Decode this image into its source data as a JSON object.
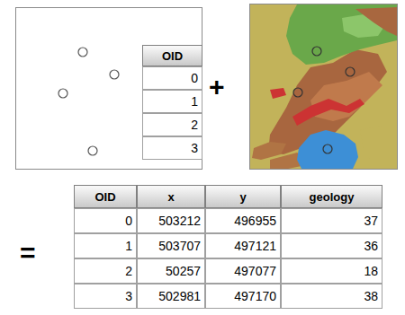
{
  "diagram": {
    "labels": [
      "OID",
      "0",
      "1",
      "2",
      "3",
      "+",
      "=",
      "OID",
      "x",
      "y",
      "geology",
      "0",
      "503212",
      "496955",
      "37",
      "1",
      "503707",
      "497121",
      "36",
      "2",
      "50257",
      "497077",
      "18",
      "3",
      "502981",
      "497170",
      "38"
    ]
  }
}
